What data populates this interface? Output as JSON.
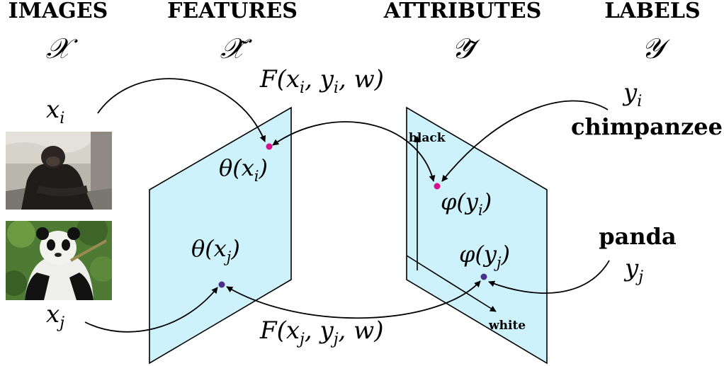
{
  "headers": {
    "images": "IMAGES",
    "features": "FEATURES",
    "attributes": "ATTRIBUTES",
    "labels": "LABELS"
  },
  "symbols": {
    "images": "𝒳",
    "features": "𝒳̃",
    "attributes": "𝒴̃",
    "labels": "𝒴"
  },
  "math": {
    "x_i": "x",
    "x_i_sub": "i",
    "x_j": "x",
    "x_j_sub": "j",
    "y_i": "y",
    "y_i_sub": "i",
    "y_j": "y",
    "y_j_sub": "j",
    "theta_xi": "θ(x",
    "theta_xi_sub": "i",
    "theta_xi_close": ")",
    "theta_xj": "θ(x",
    "theta_xj_sub": "j",
    "theta_xj_close": ")",
    "phi_yi": "φ(y",
    "phi_yi_sub": "i",
    "phi_yi_close": ")",
    "phi_yj": "φ(y",
    "phi_yj_sub": "j",
    "phi_yj_close": ")",
    "F_i_a": "F(x",
    "F_i_s1": "i",
    "F_i_b": ", y",
    "F_i_s2": "i",
    "F_i_c": ", w)",
    "F_j_a": "F(x",
    "F_j_s1": "j",
    "F_j_b": ", y",
    "F_j_s2": "j",
    "F_j_c": ", w)"
  },
  "labels": {
    "chimpanzee": "chimpanzee",
    "panda": "panda"
  },
  "attributes": {
    "black": "black",
    "white": "white"
  },
  "colors": {
    "plane_fill": "#cdf2fb",
    "point_i": "#d4108c",
    "point_j": "#4a2d8c"
  }
}
